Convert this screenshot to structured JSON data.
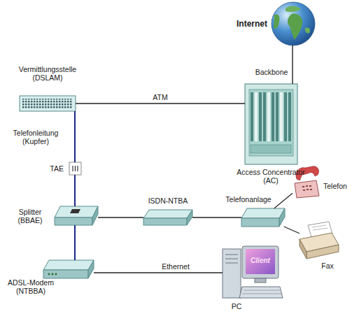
{
  "diagram": {
    "nodes": [
      {
        "text": [
          "Internet"
        ]
      },
      {
        "text": [
          "Vermittlungsstelle (DSLAM)"
        ]
      },
      {
        "text": [
          "Access Concentrator (AC)"
        ]
      },
      {
        "text": [
          "TAE"
        ]
      },
      {
        "text": [
          "Telefon"
        ]
      },
      {
        "text": [
          "Splitter (BBAE)"
        ]
      },
      {
        "text": [
          "ISDN-NTBA"
        ]
      },
      {
        "text": [
          "Telefonanlage"
        ]
      },
      {
        "text": [
          "Fax"
        ]
      },
      {
        "text": [
          "ADSL-Modem (NTBBA)"
        ]
      },
      {
        "text": [
          "PC"
        ]
      }
    ],
    "edges": [
      {
        "from": 0,
        "to": 2,
        "label": "Backbone",
        "arrow": "none"
      },
      {
        "from": 1,
        "to": 2,
        "label": "ATM",
        "arrow": "none"
      },
      {
        "from": 1,
        "to": 3,
        "label": "Telefonleitung (Kupfer)",
        "arrow": "none"
      },
      {
        "from": 3,
        "to": 5,
        "arrow": "none"
      },
      {
        "from": 5,
        "to": 6,
        "arrow": "none"
      },
      {
        "from": 6,
        "to": 7,
        "arrow": "none"
      },
      {
        "from": 7,
        "to": 4,
        "arrow": "none"
      },
      {
        "from": 7,
        "to": 8,
        "arrow": "none"
      },
      {
        "from": 5,
        "to": 9,
        "arrow": "none"
      },
      {
        "from": 9,
        "to": 10,
        "label": "Ethernet",
        "arrow": "none"
      }
    ],
    "labels": [
      "Client"
    ]
  }
}
